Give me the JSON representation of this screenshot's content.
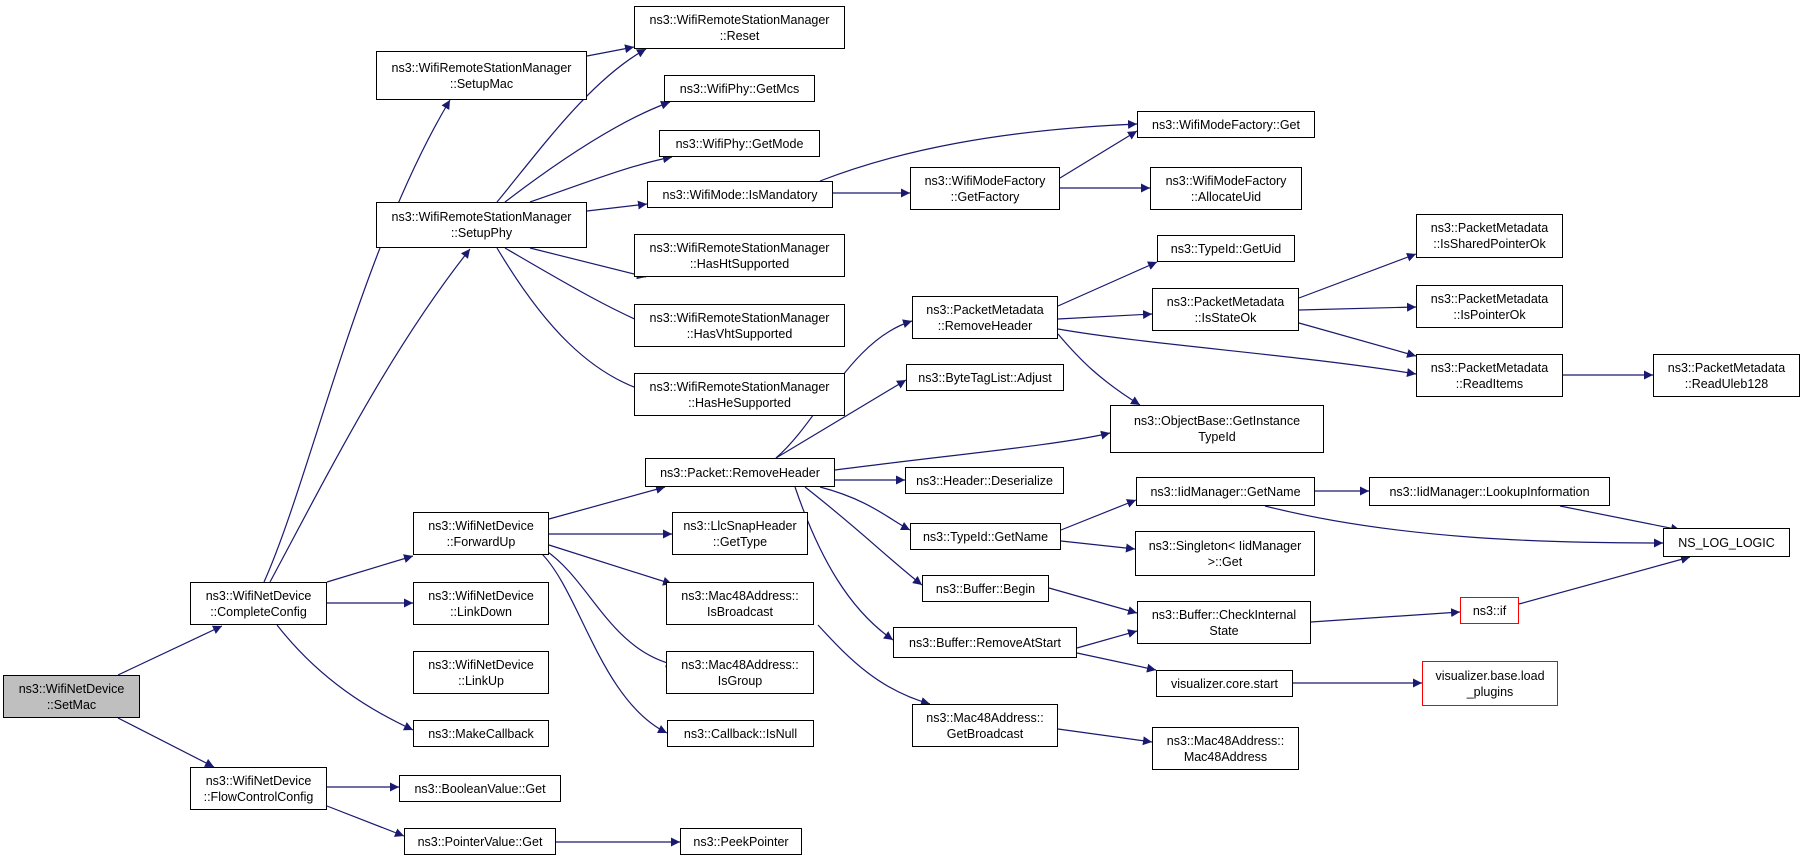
{
  "colors": {
    "edge": "#191970",
    "node_border": "#000000",
    "root_fill": "#bfbfbf",
    "truncated_border": "#ff0000"
  },
  "nodes": {
    "set_mac": {
      "l1": "ns3::WifiNetDevice",
      "l2": "::SetMac"
    },
    "complete_config": {
      "l1": "ns3::WifiNetDevice",
      "l2": "::CompleteConfig"
    },
    "flow_control_config": {
      "l1": "ns3::WifiNetDevice",
      "l2": "::FlowControlConfig"
    },
    "setup_mac": {
      "l1": "ns3::WifiRemoteStationManager",
      "l2": "::SetupMac"
    },
    "setup_phy": {
      "l1": "ns3::WifiRemoteStationManager",
      "l2": "::SetupPhy"
    },
    "forward_up": {
      "l1": "ns3::WifiNetDevice",
      "l2": "::ForwardUp"
    },
    "link_down": {
      "l1": "ns3::WifiNetDevice",
      "l2": "::LinkDown"
    },
    "link_up": {
      "l1": "ns3::WifiNetDevice",
      "l2": "::LinkUp"
    },
    "make_callback": {
      "l1": "ns3::MakeCallback"
    },
    "boolean_get": {
      "l1": "ns3::BooleanValue::Get"
    },
    "pointer_get": {
      "l1": "ns3::PointerValue::Get"
    },
    "reset": {
      "l1": "ns3::WifiRemoteStationManager",
      "l2": "::Reset"
    },
    "get_mcs": {
      "l1": "ns3::WifiPhy::GetMcs"
    },
    "get_mode": {
      "l1": "ns3::WifiPhy::GetMode"
    },
    "is_mandatory": {
      "l1": "ns3::WifiMode::IsMandatory"
    },
    "has_ht": {
      "l1": "ns3::WifiRemoteStationManager",
      "l2": "::HasHtSupported"
    },
    "has_vht": {
      "l1": "ns3::WifiRemoteStationManager",
      "l2": "::HasVhtSupported"
    },
    "has_he": {
      "l1": "ns3::WifiRemoteStationManager",
      "l2": "::HasHeSupported"
    },
    "remove_header": {
      "l1": "ns3::Packet::RemoveHeader"
    },
    "llc_get_type": {
      "l1": "ns3::LlcSnapHeader",
      "l2": "::GetType"
    },
    "is_broadcast": {
      "l1": "ns3::Mac48Address::",
      "l2": "IsBroadcast"
    },
    "is_group": {
      "l1": "ns3::Mac48Address::",
      "l2": "IsGroup"
    },
    "is_null": {
      "l1": "ns3::Callback::IsNull"
    },
    "peek_pointer": {
      "l1": "ns3::PeekPointer"
    },
    "wmf_get_factory": {
      "l1": "ns3::WifiModeFactory",
      "l2": "::GetFactory"
    },
    "pm_remove_header": {
      "l1": "ns3::PacketMetadata",
      "l2": "::RemoveHeader"
    },
    "btl_adjust": {
      "l1": "ns3::ByteTagList::Adjust"
    },
    "header_deserialize": {
      "l1": "ns3::Header::Deserialize"
    },
    "typeid_get_name": {
      "l1": "ns3::TypeId::GetName"
    },
    "buffer_begin": {
      "l1": "ns3::Buffer::Begin"
    },
    "buffer_remove_at_start": {
      "l1": "ns3::Buffer::RemoveAtStart"
    },
    "get_broadcast": {
      "l1": "ns3::Mac48Address::",
      "l2": "GetBroadcast"
    },
    "wmf_get": {
      "l1": "ns3::WifiModeFactory::Get"
    },
    "wmf_allocate_uid": {
      "l1": "ns3::WifiModeFactory",
      "l2": "::AllocateUid"
    },
    "typeid_get_uid": {
      "l1": "ns3::TypeId::GetUid"
    },
    "is_state_ok": {
      "l1": "ns3::PacketMetadata",
      "l2": "::IsStateOk"
    },
    "get_instance_typeid": {
      "l1": "ns3::ObjectBase::GetInstance",
      "l2": "TypeId"
    },
    "iid_get_name": {
      "l1": "ns3::IidManager::GetName"
    },
    "singleton_get": {
      "l1": "ns3::Singleton< IidManager",
      "l2": ">::Get"
    },
    "check_internal_state": {
      "l1": "ns3::Buffer::CheckInternal",
      "l2": "State"
    },
    "viz_core_start": {
      "l1": "visualizer.core.start"
    },
    "mac48_address": {
      "l1": "ns3::Mac48Address::",
      "l2": "Mac48Address"
    },
    "is_shared_pointer_ok": {
      "l1": "ns3::PacketMetadata",
      "l2": "::IsSharedPointerOk"
    },
    "is_pointer_ok": {
      "l1": "ns3::PacketMetadata",
      "l2": "::IsPointerOk"
    },
    "read_items": {
      "l1": "ns3::PacketMetadata",
      "l2": "::ReadItems"
    },
    "lookup_information": {
      "l1": "ns3::IidManager::LookupInformation"
    },
    "ns3_if": {
      "l1": "ns3::if"
    },
    "viz_load_plugins": {
      "l1": "visualizer.base.load",
      "l2": "_plugins"
    },
    "read_uleb128": {
      "l1": "ns3::PacketMetadata",
      "l2": "::ReadUleb128"
    },
    "ns_log_logic": {
      "l1": "NS_LOG_LOGIC"
    }
  }
}
